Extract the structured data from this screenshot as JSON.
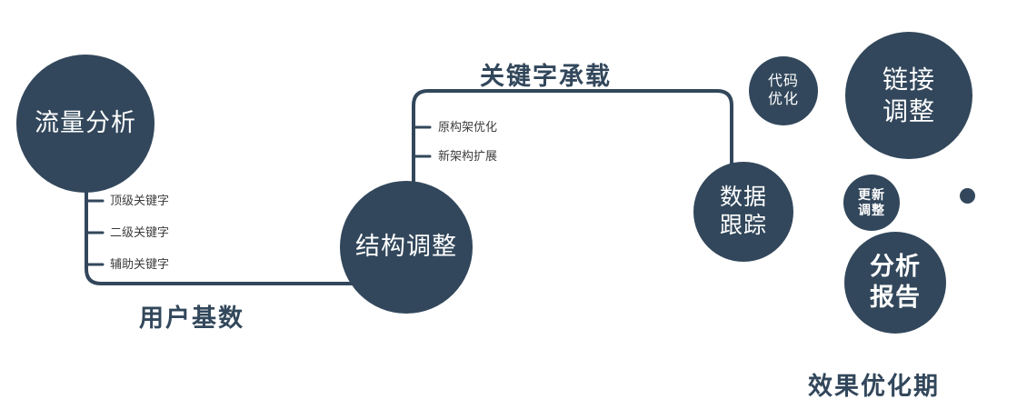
{
  "diagram": {
    "accent_color": "#32475b",
    "branch_text_color": "#3d3d3d",
    "nodes": {
      "traffic_analysis": "流量分析",
      "structure_adjustment": "结构调整",
      "data_tracking": "数据\n跟踪",
      "code_optimization": "代码\n优化",
      "link_adjustment": "链接\n调整",
      "update_adjustment": "更新\n调整",
      "analysis_report": "分析\n报告"
    },
    "keyword_branches": [
      "顶级关键字",
      "二级关键字",
      "辅助关键字"
    ],
    "architecture_branches": [
      "原构架优化",
      "新架构扩展"
    ],
    "edge_labels": {
      "user_base": "用户基数",
      "keyword_carrying": "关键字承载"
    },
    "footer_label": "效果优化期"
  }
}
